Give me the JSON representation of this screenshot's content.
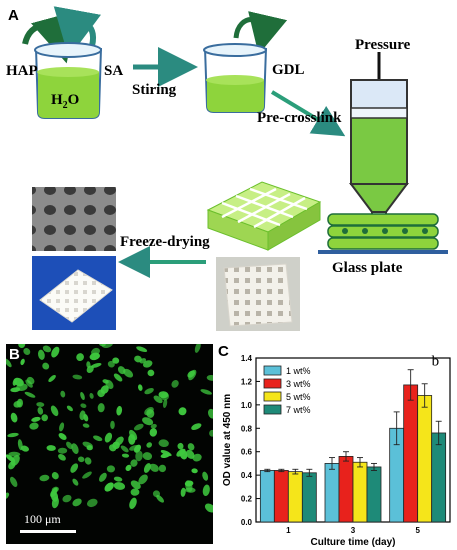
{
  "panels": {
    "a_letter": "A",
    "b_letter": "B",
    "c_letter": "C"
  },
  "diagram": {
    "hap": "HAP",
    "sa": "SA",
    "h2o_main": "H",
    "h2o_sub": "2",
    "h2o_end": "O",
    "stirring": "Stiring",
    "gdl": "GDL",
    "pressure": "Pressure",
    "precrosslink": "Pre-crosslink",
    "freeze_drying": "Freeze-drying",
    "glass_plate": "Glass plate",
    "colors": {
      "solution_green": "#8ed43c",
      "gel_green": "#7ac943",
      "teal_arrow": "#2b8b80",
      "dark_green_arrow": "#1f6e3a",
      "scaffold_green": "#b5e86a",
      "glass_blue": "#2f5f9e"
    }
  },
  "micrograph": {
    "scale_label": "100 μm",
    "cell_color": "#3ec83e"
  },
  "chart_data": {
    "type": "bar",
    "categories": [
      "1",
      "3",
      "5"
    ],
    "series": [
      {
        "name": "1 wt%",
        "color": "#5bc0d8",
        "values": [
          0.44,
          0.5,
          0.8
        ],
        "errors": [
          0.01,
          0.05,
          0.14
        ]
      },
      {
        "name": "3 wt%",
        "color": "#e8221c",
        "values": [
          0.44,
          0.56,
          1.17
        ],
        "errors": [
          0.01,
          0.04,
          0.13
        ]
      },
      {
        "name": "5 wt%",
        "color": "#f5e51a",
        "values": [
          0.43,
          0.51,
          1.08
        ],
        "errors": [
          0.02,
          0.04,
          0.1
        ]
      },
      {
        "name": "7 wt%",
        "color": "#1e8a78",
        "values": [
          0.42,
          0.47,
          0.76
        ],
        "errors": [
          0.03,
          0.03,
          0.1
        ]
      }
    ],
    "xlabel": "Culture time (day)",
    "ylabel": "OD value at 450 nm",
    "ylim": [
      0.0,
      1.4
    ],
    "yticks": [
      "0.0",
      "0.2",
      "0.4",
      "0.6",
      "0.8",
      "1.0",
      "1.2",
      "1.4"
    ],
    "annotation": "b",
    "legend_position": "top-left"
  }
}
